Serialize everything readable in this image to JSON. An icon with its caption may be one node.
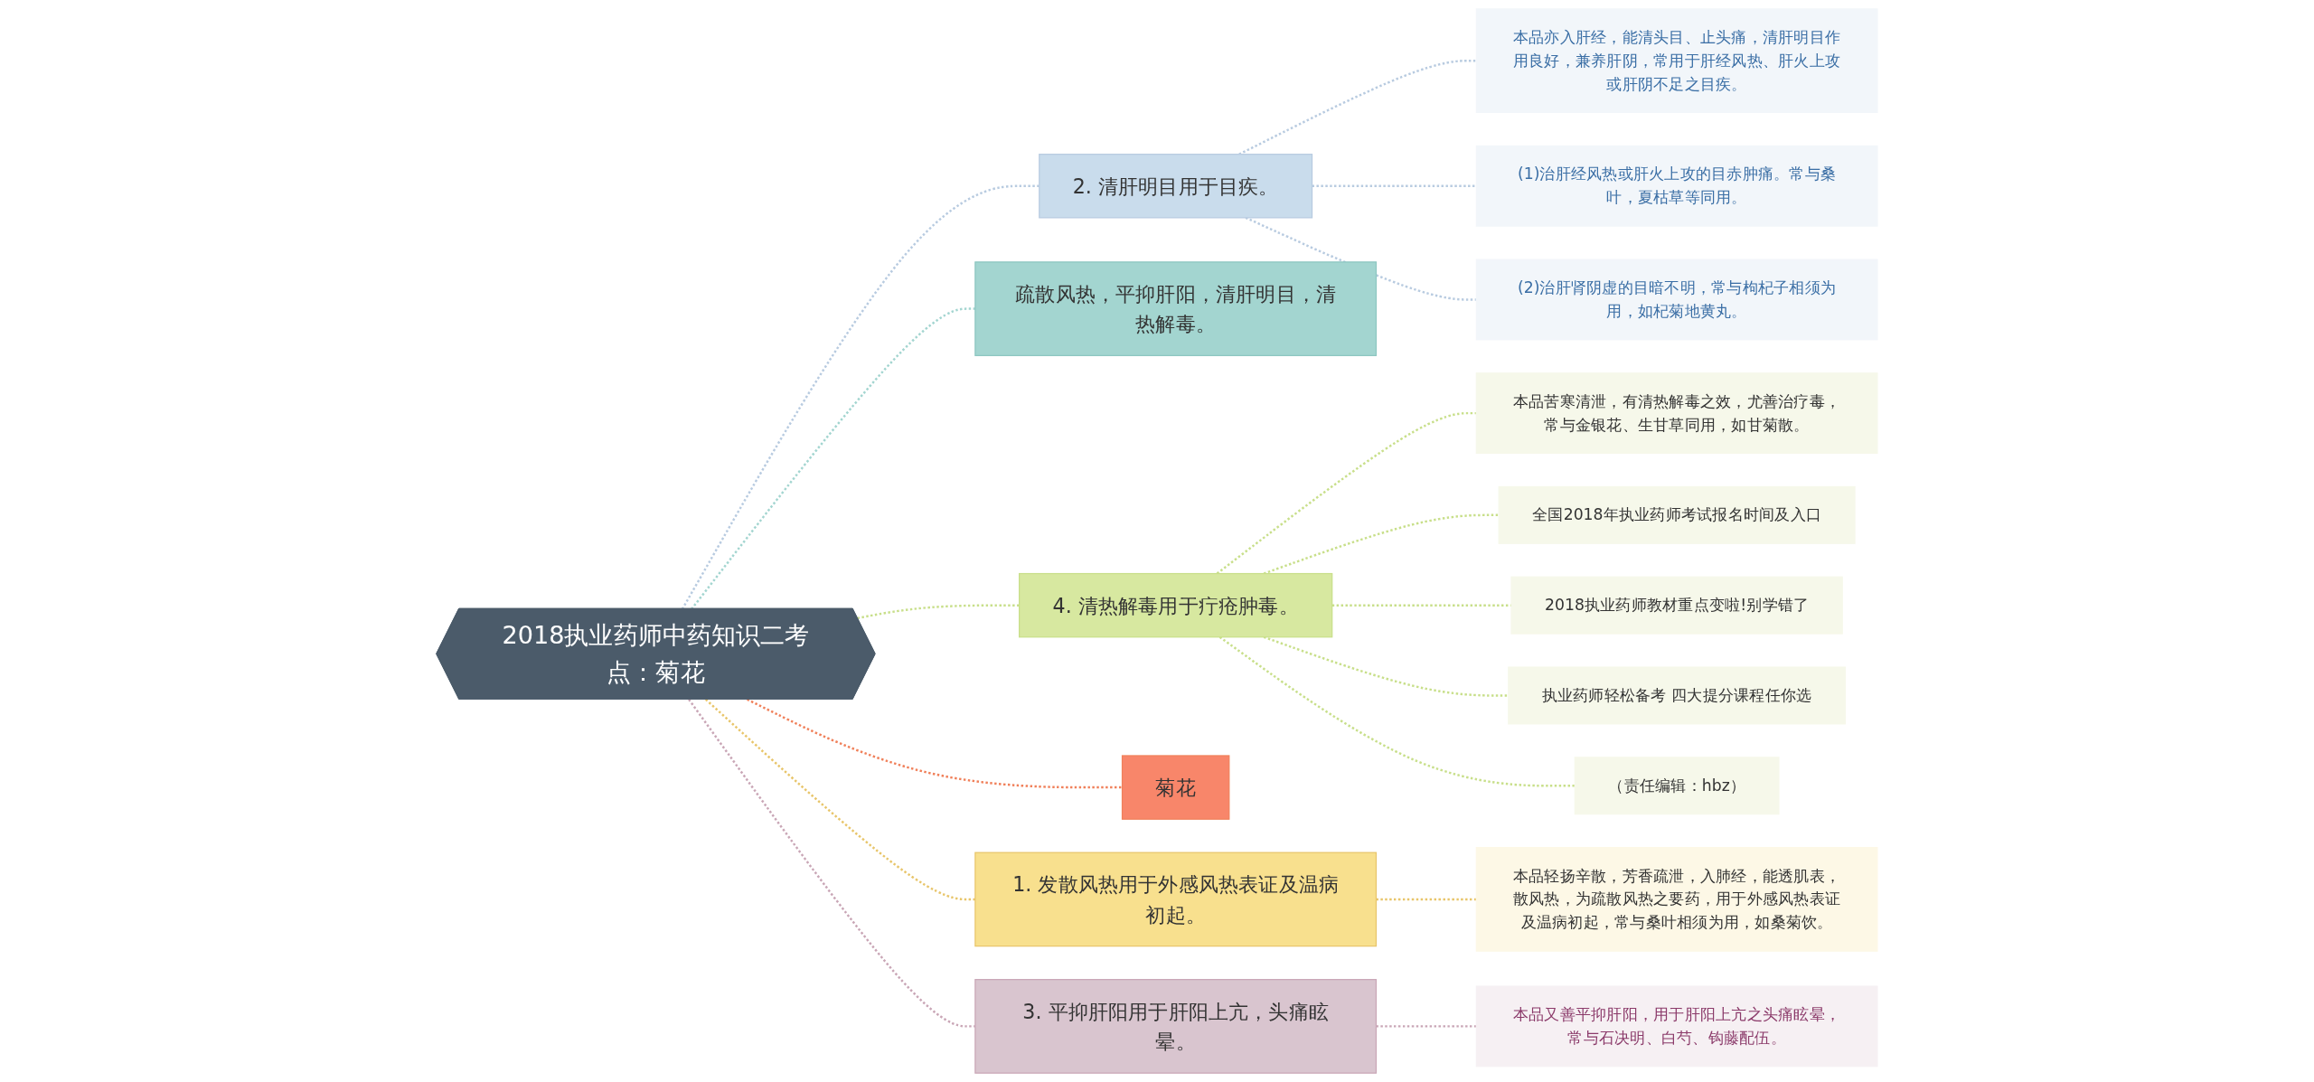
{
  "diagram": {
    "nodes": [
      {
        "text": [
          "2018执业药师中药知识二考点：菊花"
        ]
      },
      {
        "text": [
          "疏散风热，平抑肝阳，清肝明目，清热解毒。"
        ]
      },
      {
        "text": [
          "2. 清肝明目用于目疾。"
        ]
      },
      {
        "text": [
          "本品亦入肝经，能清头目、止头痛，清肝明目作用良好，兼养肝阴，常用于肝经风热、肝火上攻或肝阴不足之目疾。"
        ]
      },
      {
        "text": [
          "(1)治肝经风热或肝火上攻的目赤肿痛。常与桑叶，夏枯草等同用。"
        ]
      },
      {
        "text": [
          "(2)治肝肾阴虚的目暗不明，常与枸杞子相须为用，如杞菊地黄丸。"
        ]
      },
      {
        "text": [
          "4. 清热解毒用于疔疮肿毒。"
        ]
      },
      {
        "text": [
          "本品苦寒清泄，有清热解毒之效，尤善治疗毒，常与金银花、生甘草同用，如甘菊散。"
        ]
      },
      {
        "text": [
          "全国2018年执业药师考试报名时间及入口"
        ]
      },
      {
        "text": [
          "2018执业药师教材重点变啦!别学错了"
        ]
      },
      {
        "text": [
          "执业药师轻松备考 四大提分课程任你选"
        ]
      },
      {
        "text": [
          "（责任编辑：hbz）"
        ]
      },
      {
        "text": [
          "菊花"
        ]
      },
      {
        "text": [
          "1. 发散风热用于外感风热表证及温病初起。"
        ]
      },
      {
        "text": [
          "本品轻扬辛散，芳香疏泄，入肺经，能透肌表，散风热，为疏散风热之要药，用于外感风热表证及温病初起，常与桑叶相须为用，如桑菊饮。"
        ]
      },
      {
        "text": [
          "3. 平抑肝阳用于肝阳上亢，头痛眩晕。"
        ]
      },
      {
        "text": [
          "本品又善平抑肝阳，用于肝阳上亢之头痛眩晕，常与石决明、白芍、钩藤配伍。"
        ]
      }
    ],
    "edges": [
      {
        "from": 0,
        "to": 1,
        "arrow": "none",
        "style": "dashed",
        "color": "#a3d5d0"
      },
      {
        "from": 0,
        "to": 2,
        "arrow": "none",
        "style": "dashed",
        "color": "#b8cbe0"
      },
      {
        "from": 2,
        "to": 3,
        "arrow": "none",
        "style": "dashed",
        "color": "#b8cbe0"
      },
      {
        "from": 2,
        "to": 4,
        "arrow": "none",
        "style": "dashed",
        "color": "#b8cbe0"
      },
      {
        "from": 2,
        "to": 5,
        "arrow": "none",
        "style": "dashed",
        "color": "#b8cbe0"
      },
      {
        "from": 0,
        "to": 6,
        "arrow": "none",
        "style": "dashed",
        "color": "#c8df8a"
      },
      {
        "from": 6,
        "to": 7,
        "arrow": "none",
        "style": "dashed",
        "color": "#c8df8a"
      },
      {
        "from": 6,
        "to": 8,
        "arrow": "none",
        "style": "dashed",
        "color": "#c8df8a"
      },
      {
        "from": 6,
        "to": 9,
        "arrow": "none",
        "style": "dashed",
        "color": "#c8df8a"
      },
      {
        "from": 6,
        "to": 10,
        "arrow": "none",
        "style": "dashed",
        "color": "#c8df8a"
      },
      {
        "from": 6,
        "to": 11,
        "arrow": "none",
        "style": "dashed",
        "color": "#c8df8a"
      },
      {
        "from": 0,
        "to": 12,
        "arrow": "none",
        "style": "dashed",
        "color": "#f0805a"
      },
      {
        "from": 0,
        "to": 13,
        "arrow": "none",
        "style": "dashed",
        "color": "#e8c56a"
      },
      {
        "from": 13,
        "to": 14,
        "arrow": "none",
        "style": "dashed",
        "color": "#e8c56a"
      },
      {
        "from": 0,
        "to": 15,
        "arrow": "none",
        "style": "dashed",
        "color": "#c9a6b6"
      },
      {
        "from": 15,
        "to": 16,
        "arrow": "none",
        "style": "dashed",
        "color": "#c9a6b6"
      }
    ]
  }
}
